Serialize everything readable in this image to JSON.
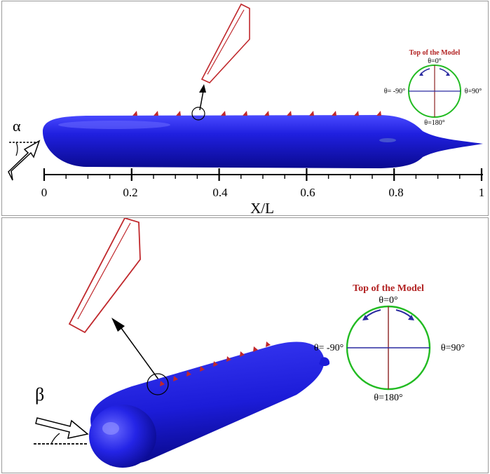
{
  "top_panel": {
    "angle_label": "α",
    "axis_ticks": [
      "0",
      "0.2",
      "0.4",
      "0.6",
      "0.8",
      "1"
    ],
    "axis_label": "X/L",
    "inset": {
      "title": "Top of the Model",
      "label_top": "θ=0°",
      "label_left": "θ= -90°",
      "label_right": "θ=90°",
      "label_bottom": "θ=180°"
    }
  },
  "bottom_panel": {
    "angle_label": "β",
    "inset": {
      "title": "Top of the Model",
      "label_top": "θ=0°",
      "label_left": "θ= -90°",
      "label_right": "θ=90°",
      "label_bottom": "θ=180°"
    }
  },
  "colors": {
    "body": "#1a1ad0",
    "fin": "#c0282c",
    "circle": "#22bb22",
    "vertical_axis": "#8b2222",
    "horizontal_axis": "#2a2aa0"
  }
}
